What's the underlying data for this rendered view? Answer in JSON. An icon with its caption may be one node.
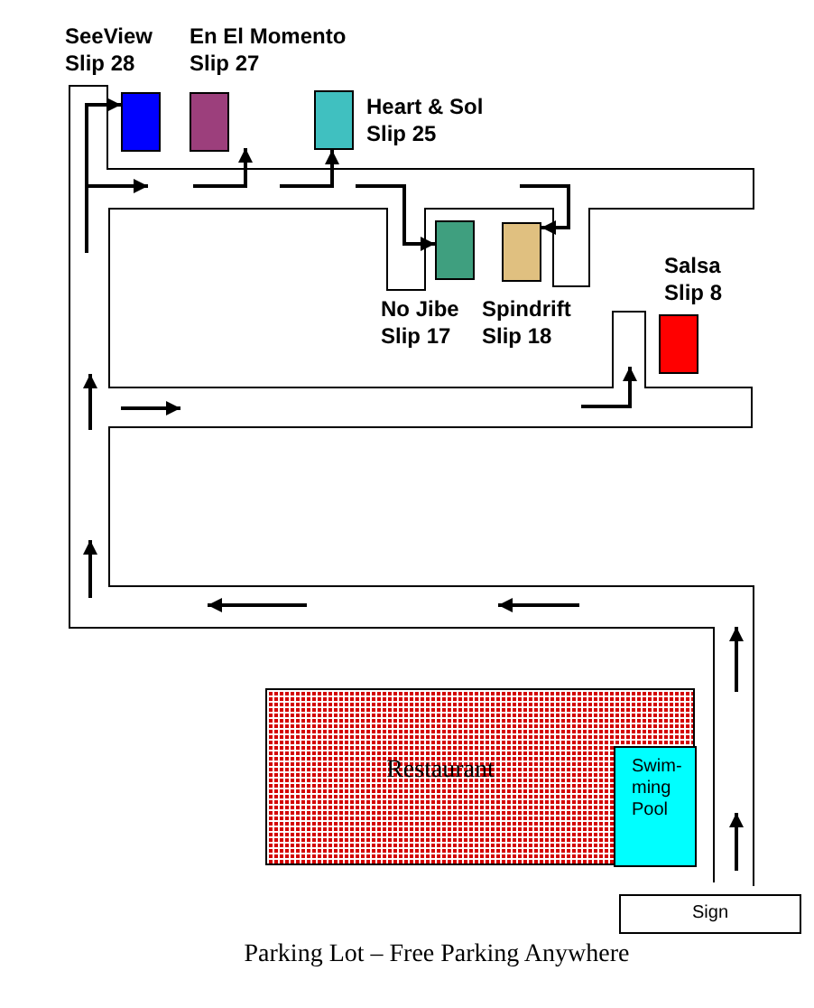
{
  "diagram": {
    "caption": "Parking Lot – Free Parking Anywhere",
    "nodes": [
      {
        "text": [
          "SeeView Slip 28"
        ]
      },
      {
        "text": [
          "En El Momento Slip 27"
        ]
      },
      {
        "text": [
          "Heart & Sol Slip 25"
        ]
      },
      {
        "text": [
          "No Jibe Slip 17"
        ]
      },
      {
        "text": [
          "Spindrift Slip 18"
        ]
      },
      {
        "text": [
          "Salsa Slip 8"
        ]
      },
      {
        "text": [
          "Restaurant"
        ]
      },
      {
        "text": [
          "Swim- ming Pool"
        ],
        "in": 6
      },
      {
        "text": [
          "Sign"
        ]
      }
    ],
    "edges": [
      {
        "from": null,
        "to": 0,
        "arrow": "to"
      },
      {
        "from": null,
        "to": 2,
        "arrow": "to"
      },
      {
        "from": null,
        "to": 3,
        "arrow": "to"
      },
      {
        "from": null,
        "to": 4,
        "arrow": "to"
      }
    ]
  }
}
